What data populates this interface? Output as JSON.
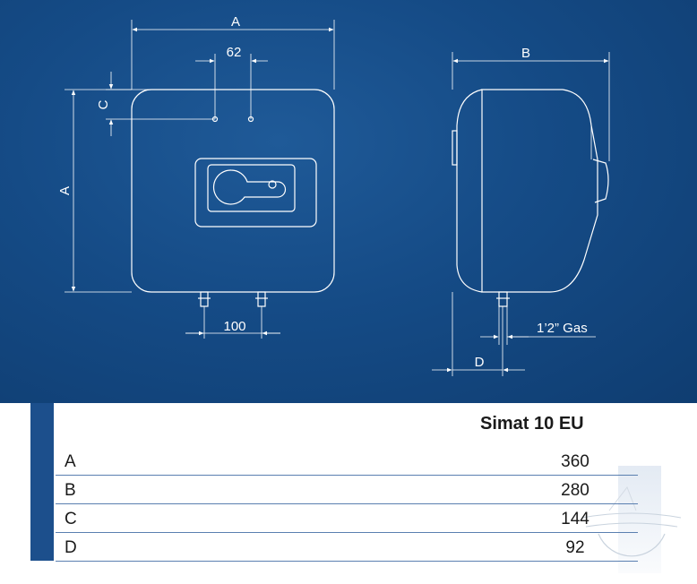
{
  "diagram": {
    "front": {
      "width_label": "A",
      "height_label": "A",
      "connection_spacing_label": "62",
      "vertical_offset_label": "C",
      "pipe_spacing_label": "100"
    },
    "side": {
      "depth_label": "B",
      "pipe_offset_label": "D",
      "connection_label": "1’2” Gas"
    },
    "colors": {
      "background": "#154b86",
      "line": "#ffffff",
      "accent": "#1c4f8c"
    }
  },
  "table": {
    "model": "Simat 10 EU",
    "rows": [
      {
        "label": "A",
        "value": "360"
      },
      {
        "label": "B",
        "value": "280"
      },
      {
        "label": "C",
        "value": "144"
      },
      {
        "label": "D",
        "value": "92"
      }
    ]
  }
}
